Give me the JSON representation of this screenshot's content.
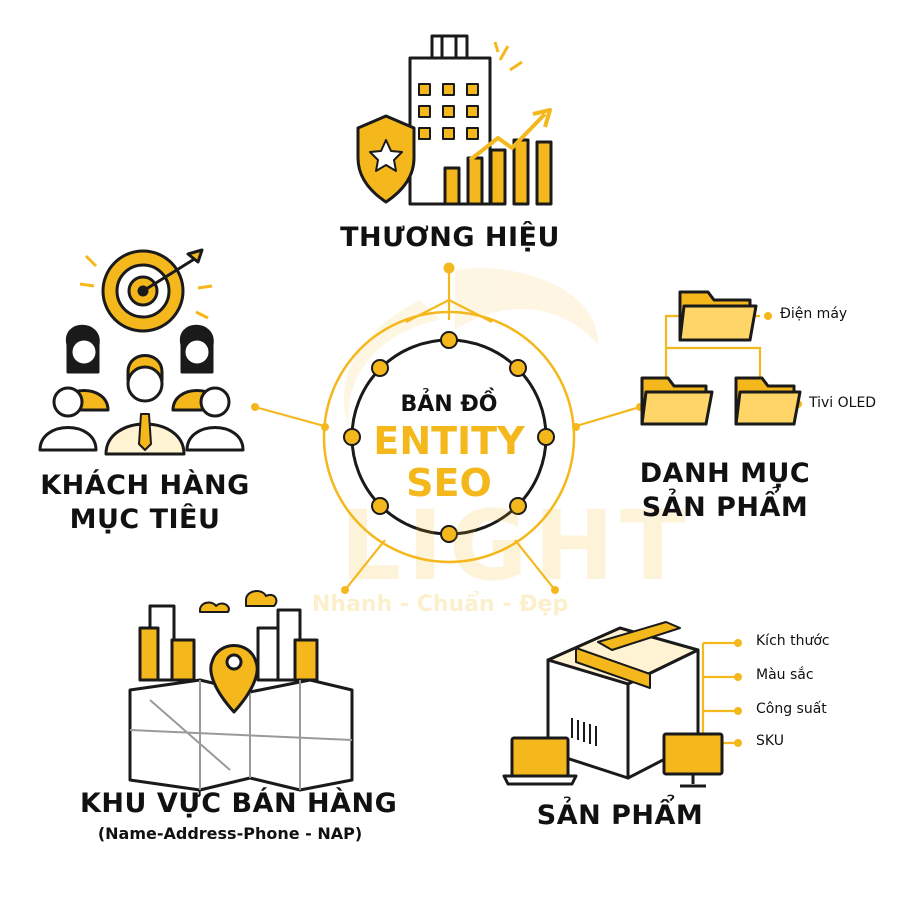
{
  "palette": {
    "accent": "#F5B81C",
    "accent_light": "#FFE6A3",
    "outline": "#1A1A1A",
    "background": "#FFFFFF"
  },
  "watermark": {
    "brand": "LIGHT",
    "slogan": "Nhanh - Chuẩn - Đẹp"
  },
  "center": {
    "line1": "BẢN ĐỒ",
    "line2": "ENTITY",
    "line3": "SEO"
  },
  "nodes": {
    "brand": {
      "title": "THƯƠNG HIỆU",
      "icon": "building-shield-chart-icon"
    },
    "audience": {
      "title_line1": "KHÁCH HÀNG",
      "title_line2": "MỤC TIÊU",
      "icon": "target-people-icon"
    },
    "category": {
      "title_line1": "DANH MỤC",
      "title_line2": "SẢN PHẨM",
      "icon": "folder-tree-icon",
      "children": [
        "Điện máy",
        "Tivi OLED"
      ]
    },
    "region": {
      "title": "KHU VỰC BÁN HÀNG",
      "subtitle": "(Name-Address-Phone - NAP)",
      "icon": "city-map-pin-icon"
    },
    "product": {
      "title": "SẢN PHẨM",
      "icon": "box-devices-icon",
      "attributes": [
        "Kích thước",
        "Màu sắc",
        "Công suất",
        "SKU"
      ]
    }
  }
}
